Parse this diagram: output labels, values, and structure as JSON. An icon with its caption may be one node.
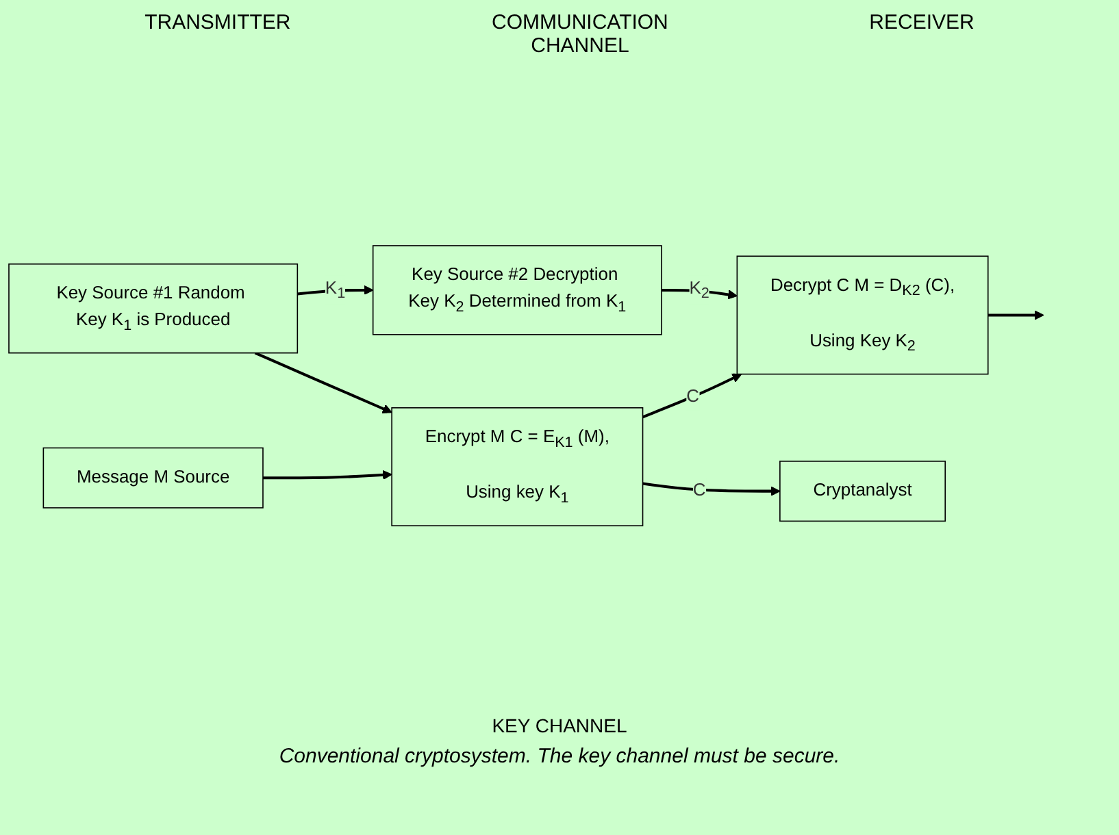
{
  "diagram": {
    "caption": "Conventional cryptosystem. The key channel must be secure.",
    "nodes": [
      {
        "text": [
          "Message M Source"
        ]
      },
      {
        "text": [
          "Encrypt M C = E$_{K1}$ (M),",
          "Using key K$_{1}$"
        ]
      },
      {
        "text": [
          "Decrypt C M = D$_{K2}$ (C),",
          "Using Key K$_{2}$"
        ]
      },
      {
        "text": [
          "Cryptanalyst"
        ]
      },
      {
        "text": [
          "Key Source #1 Random Key K$_{1}$ is Produced"
        ]
      },
      {
        "text": [
          "Key Source #2 Decryption Key K$_{2}$ Determined from K$_{1}$"
        ]
      }
    ],
    "edges": [
      {
        "from": 0,
        "to": 1,
        "arrow": "to"
      },
      {
        "from": 1,
        "to": 2,
        "arrow": "to",
        "label": "C"
      },
      {
        "from": 1,
        "to": 3,
        "arrow": "to",
        "label": "C"
      },
      {
        "from": 4,
        "to": 1,
        "arrow": "to"
      },
      {
        "from": 4,
        "to": 5,
        "arrow": "to",
        "label": "K$_{1}$"
      },
      {
        "from": 5,
        "to": 2,
        "arrow": "to",
        "label": "K$_{2}$"
      },
      {
        "from": 2,
        "to": null,
        "arrow": "to"
      }
    ],
    "labels": [
      "TRANSMITTER",
      "COMMUNICATION CHANNEL",
      "RECEIVER",
      "KEY CHANNEL"
    ]
  }
}
